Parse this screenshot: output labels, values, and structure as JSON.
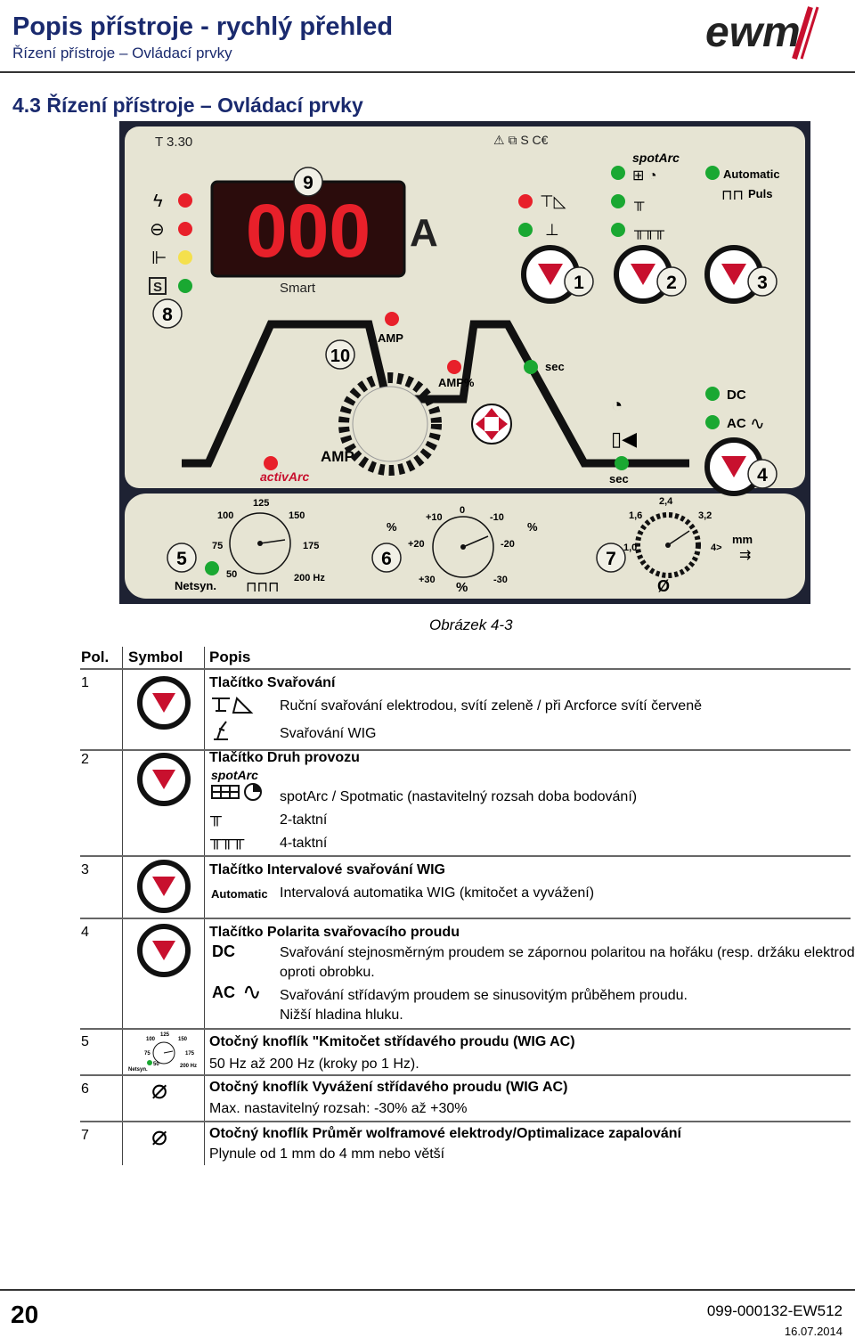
{
  "header": {
    "title": "Popis přístroje - rychlý přehled",
    "subtitle": "Řízení přístroje – Ovládací prvky",
    "brand": "ewm",
    "brand_color": "#c8102e"
  },
  "section": {
    "title": "4.3    Řízení přístroje – Ovládací prvky"
  },
  "panel": {
    "model": "T 3.30",
    "display_value": "000",
    "display_unit": "A",
    "smart_label": "Smart",
    "callouts": [
      "1",
      "2",
      "3",
      "4",
      "5",
      "6",
      "7",
      "8",
      "9",
      "10"
    ],
    "spotarc": "spotArc",
    "automatic": "Automatic",
    "puls": "Puls",
    "amp_top": "AMP",
    "amp_pct": "AMP%",
    "sec_right": "sec",
    "sec_bottom": "sec",
    "amp_left": "AMP",
    "activarc": "activArc",
    "dc": "DC",
    "ac": "AC",
    "knob1": {
      "labels": [
        "125",
        "100",
        "150",
        "75",
        "175",
        "50",
        "200 Hz"
      ],
      "netsyn": "Netsyn."
    },
    "knob2": {
      "labels": [
        "0",
        "+10",
        "-10",
        "+20",
        "-20",
        "+30",
        "-30",
        "%",
        "%",
        "%"
      ]
    },
    "knob3": {
      "labels": [
        "2,4",
        "1,6",
        "3,2",
        "1,0",
        "4>",
        "mm",
        "Ø"
      ]
    },
    "colors": {
      "bg": "#1e2233",
      "face": "#e6e4d3",
      "red": "#e8202a",
      "green": "#1aa832",
      "yellow": "#f4e04d"
    }
  },
  "figure_caption": "Obrázek 4-3",
  "table": {
    "headers": {
      "pos": "Pol.",
      "symbol": "Symbol",
      "desc": "Popis"
    },
    "rows": [
      {
        "pos": "1",
        "title": "Tlačítko Svařování",
        "items": [
          "Ruční svařování elektrodou, svítí zeleně / při Arcforce svítí červeně",
          "Svařování WIG"
        ]
      },
      {
        "pos": "2",
        "title": "Tlačítko Druh provozu",
        "spotarc": "spotArc",
        "items": [
          "spotArc / Spotmatic (nastavitelný rozsah doba bodování)",
          "2-taktní",
          "4-taktní"
        ]
      },
      {
        "pos": "3",
        "title": "Tlačítko Intervalové svařování WIG",
        "automatic": "Automatic",
        "items": [
          "Intervalová automatika WIG (kmitočet a vyvážení)"
        ]
      },
      {
        "pos": "4",
        "title": "Tlačítko Polarita svařovacího proudu",
        "dc": "DC",
        "ac": "AC",
        "items": [
          "Svařování stejnosměrným proudem se zápornou polaritou na hořáku (resp. držáku elektrody)",
          "oproti obrobku.",
          "Svařování střídavým proudem se sinusovitým průběhem proudu.",
          "Nižší hladina hluku."
        ]
      },
      {
        "pos": "5",
        "title": "Otočný knoflík \"Kmitočet střídavého proudu (WIG AC)",
        "items": [
          "50 Hz až 200 Hz (kroky po 1 Hz)."
        ]
      },
      {
        "pos": "6",
        "title": "Otočný knoflík Vyvážení střídavého proudu (WIG AC)",
        "items": [
          "Max. nastavitelný rozsah: -30% až +30%"
        ]
      },
      {
        "pos": "7",
        "title": "Otočný knoflík Průměr wolframové elektrody/Optimalizace zapalování",
        "items": [
          "Plynule od 1 mm do 4 mm nebo větší"
        ]
      }
    ],
    "row5_icon_labels": [
      "125",
      "100",
      "150",
      "75",
      "175",
      "50",
      "200 Hz",
      "Netsyn."
    ]
  },
  "footer": {
    "page": "20",
    "docnum": "099-000132-EW512",
    "date": "16.07.2014"
  }
}
